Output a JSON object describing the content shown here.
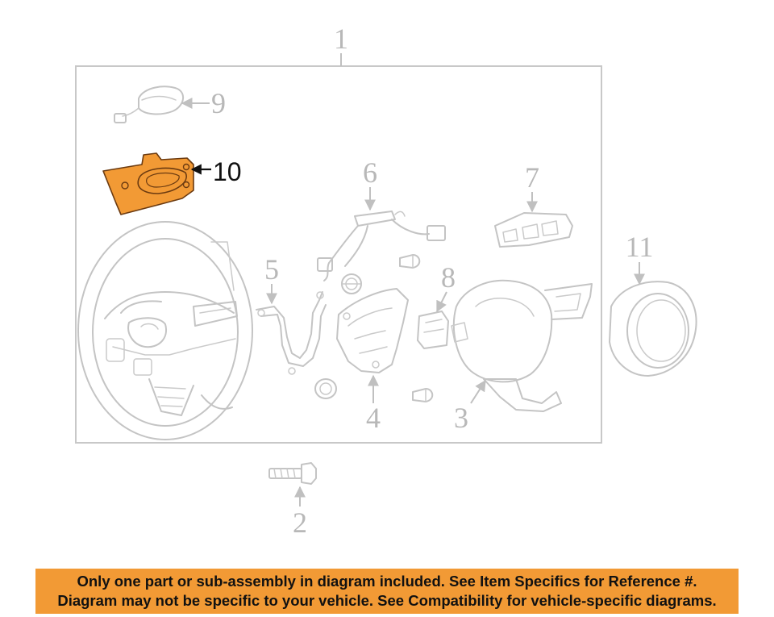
{
  "diagram": {
    "callouts": {
      "c1": "1",
      "c2": "2",
      "c3": "3",
      "c4": "4",
      "c5": "5",
      "c6": "6",
      "c7": "7",
      "c8": "8",
      "c9": "9",
      "c10": "10",
      "c11": "11"
    },
    "highlight_color": "#f29a35",
    "line_color": "#c4c4c4"
  },
  "notice": {
    "line1": "Only one part or sub-assembly in diagram included. See Item Specifics for Reference #.",
    "line2": "Diagram may not be specific to your vehicle. See Compatibility for vehicle-specific diagrams.",
    "background": "#f29a35"
  }
}
